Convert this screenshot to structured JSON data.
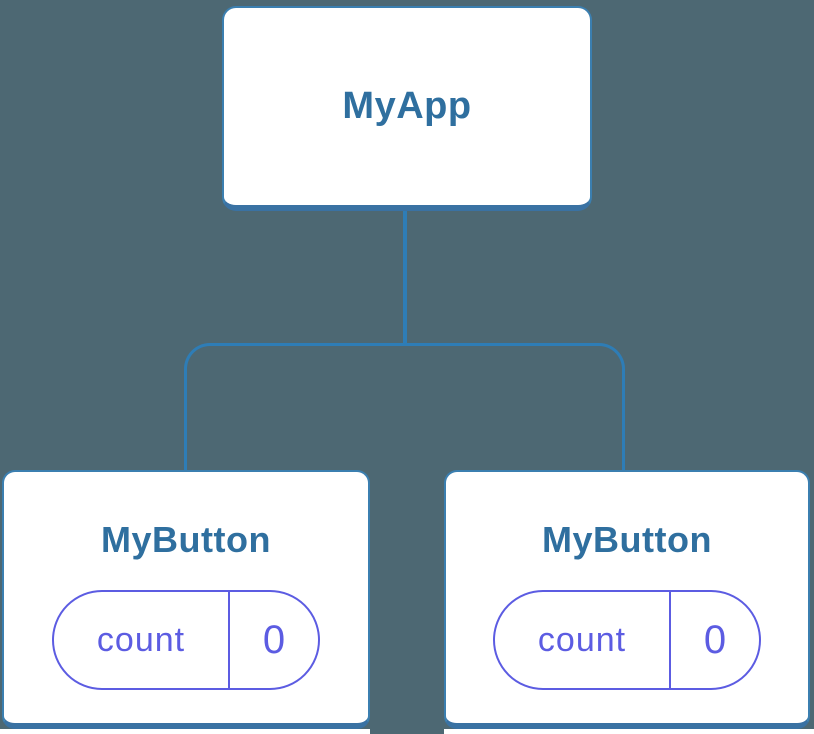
{
  "colors": {
    "background": "#4d6873",
    "node_fill": "#ffffff",
    "node_border": "#3b7fb0",
    "node_border_bottom": "#3a72a3",
    "connector": "#2e7db6",
    "node_label": "#2f6f9f",
    "state_accent": "#5c5ce2"
  },
  "tree": {
    "root": {
      "label": "MyApp"
    },
    "children": [
      {
        "label": "MyButton",
        "state": {
          "key": "count",
          "value": "0"
        }
      },
      {
        "label": "MyButton",
        "state": {
          "key": "count",
          "value": "0"
        }
      }
    ]
  }
}
